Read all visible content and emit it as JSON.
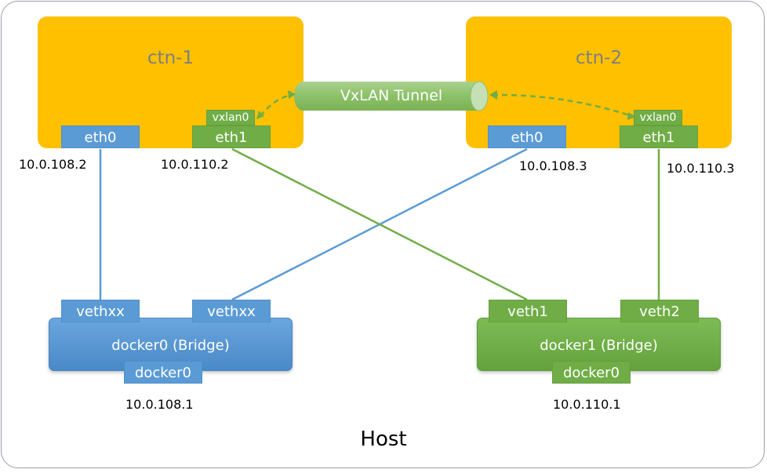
{
  "host": {
    "label": "Host"
  },
  "containers": [
    {
      "name": "ctn-1",
      "eth0": "eth0",
      "eth1": "eth1",
      "vxlan": "vxlan0",
      "eth0_ip": "10.0.108.2",
      "eth1_ip": "10.0.110.2"
    },
    {
      "name": "ctn-2",
      "eth0": "eth0",
      "eth1": "eth1",
      "vxlan": "vxlan0",
      "eth0_ip": "10.0.108.3",
      "eth1_ip": "10.0.110.3"
    }
  ],
  "tunnel": {
    "label": "VxLAN Tunnel"
  },
  "bridges": [
    {
      "name": "docker0 (Bridge)",
      "port_left": "vethxx",
      "port_right": "vethxx",
      "iface": "docker0",
      "ip": "10.0.108.1"
    },
    {
      "name": "docker1 (Bridge)",
      "port_left": "veth1",
      "port_right": "veth2",
      "iface": "docker0",
      "ip": "10.0.110.1"
    }
  ],
  "colors": {
    "container": "#ffc000",
    "blue": "#5b9bd5",
    "green": "#70ad47",
    "border": "#9aa0a6"
  }
}
